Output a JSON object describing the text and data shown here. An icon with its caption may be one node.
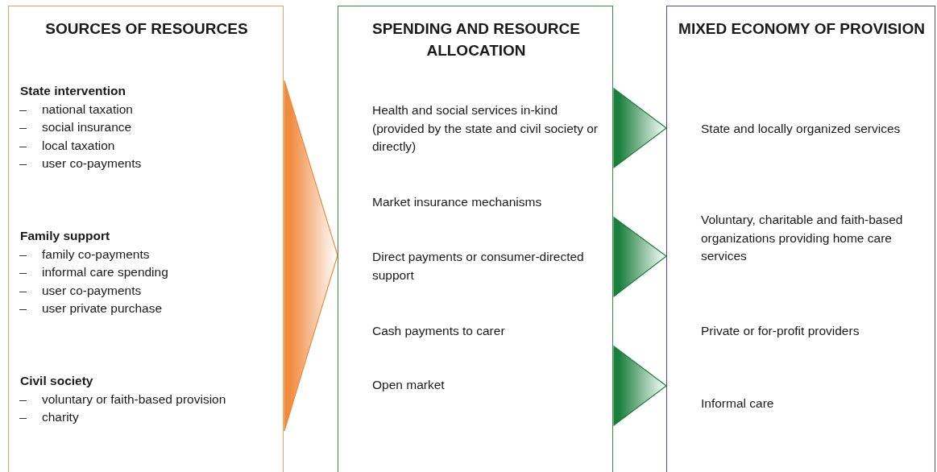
{
  "diagram": {
    "nodes": [
      {
        "text": [
          "SOURCES OF RESOURCES",
          "State intervention",
          "national taxation",
          "social insurance",
          "local taxation",
          "user co-payments",
          "Family support",
          "family co-payments",
          "informal care spending",
          "user co-payments",
          "user private purchase",
          "Civil society",
          "voluntary or faith-based provision",
          "charity"
        ]
      },
      {
        "text": [
          "SPENDING AND RESOURCE ALLOCATION",
          "Health and social services in-kind (provided by the state and civil society or directly)",
          "Market insurance mechanisms",
          "Direct payments or consumer-directed support",
          "Cash payments to carer",
          "Open market"
        ]
      },
      {
        "text": [
          "MIXED ECONOMY OF PROVISION",
          "State and locally organized services",
          "Voluntary, charitable and faith-based organizations providing home care services",
          "Private or for-profit providers",
          "Informal care"
        ]
      }
    ],
    "edges": [
      {
        "from": 0,
        "to": 1,
        "arrow": "to",
        "style": "thick",
        "color": "#f08a3c"
      },
      {
        "from": 1,
        "to": 2,
        "arrow": "to",
        "style": "thick",
        "color": "#1a7f3c"
      },
      {
        "from": 1,
        "to": 2,
        "arrow": "to",
        "style": "thick",
        "color": "#1a7f3c"
      },
      {
        "from": 1,
        "to": 2,
        "arrow": "to",
        "style": "thick",
        "color": "#1a7f3c"
      }
    ]
  }
}
